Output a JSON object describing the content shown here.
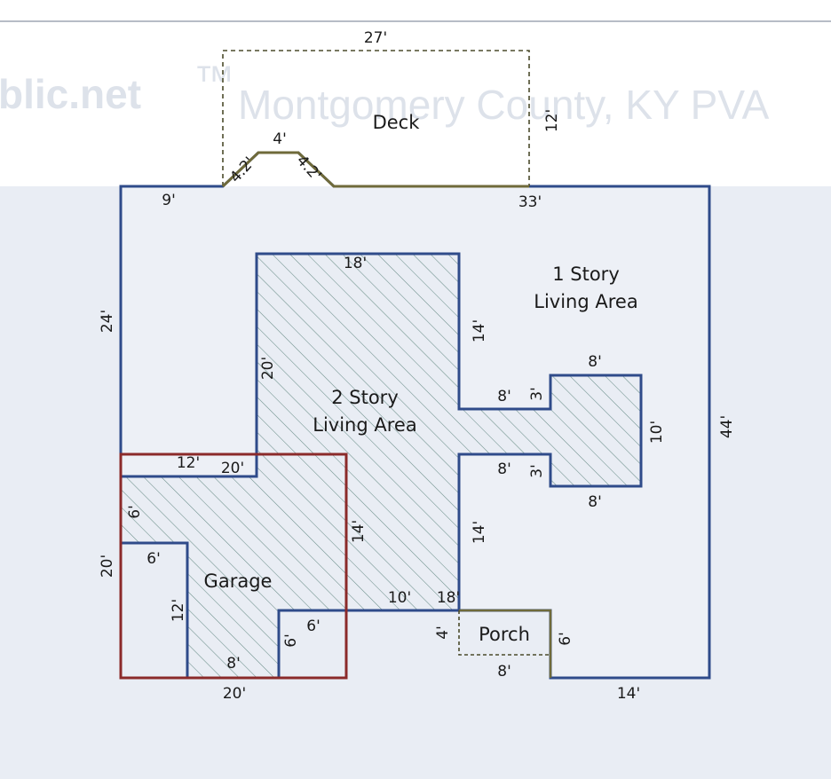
{
  "watermark": {
    "brand": "blic.net",
    "trademark": "™",
    "county": "Montgomery County, KY PVA"
  },
  "colors": {
    "background_band": "#e9edf4",
    "living_outline": "#2f4b8a",
    "garage_outline": "#8b2a2a",
    "porch_deck_outline": "#6f6a3a",
    "porch_deck_dash": "#4b4b2b",
    "hatch": "#6c8f8a"
  },
  "areas": {
    "deck": "Deck",
    "one_story_line1": "1 Story",
    "one_story_line2": "Living Area",
    "two_story_line1": "2 Story",
    "two_story_line2": "Living Area",
    "garage": "Garage",
    "porch": "Porch"
  },
  "dimensions": {
    "deck_width": "27'",
    "deck_depth": "12'",
    "bay_top": "4'",
    "bay_left": "4.2'",
    "bay_right": "4.2'",
    "top_left": "9'",
    "top_right": "33'",
    "left_upper": "24'",
    "right_side": "44'",
    "two_story_top": "18'",
    "two_story_left": "20'",
    "two_story_right_upper": "14'",
    "wing_top": "8'",
    "wing_upper_notch_width": "8'",
    "wing_upper_notch_height": "3'",
    "wing_side": "10'",
    "wing_lower_notch_width": "8'",
    "wing_lower_notch_height": "3'",
    "wing_bottom": "8'",
    "garage_top_left": "12'",
    "garage_top_right": "20'",
    "garage_left_upper": "6'",
    "garage_left_lower": "20'",
    "garage_inner_top": "6'",
    "garage_inner_side": "12'",
    "garage_right": "14'",
    "two_story_right_lower": "14'",
    "garage_notch_bottom": "8'",
    "garage_notch_side": "6'",
    "garage_notch_top": "6'",
    "porch_top_left": "10'",
    "porch_top_right": "18'",
    "porch_left": "4'",
    "porch_bottom": "8'",
    "porch_right": "6'",
    "garage_bottom": "20'",
    "bottom_right": "14'"
  }
}
